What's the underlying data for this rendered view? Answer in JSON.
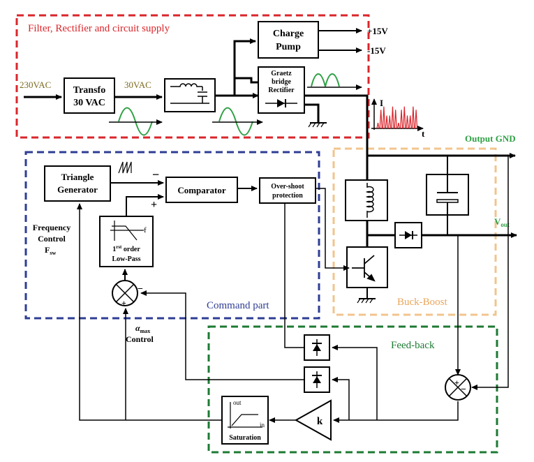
{
  "regions": {
    "filter": "Filter, Rectifier and circuit supply",
    "command": "Command part",
    "buckboost": "Buck-Boost",
    "feedback": "Feed-back"
  },
  "colors": {
    "filter": "#d9262b",
    "command": "#2e3d94",
    "buckboost": "#f2c48d",
    "feedback": "#1d7a33",
    "signal": "#2ea043",
    "rect_wave": "#d8232a",
    "voltage_label": "#7a6b1f"
  },
  "inputs": {
    "vac_in": "230VAC",
    "vac_sec": "30VAC"
  },
  "blocks": {
    "transfo": [
      "Transfo",
      "30 VAC"
    ],
    "charge_pump": [
      "Charge",
      "Pump"
    ],
    "graetz": [
      "Graetz",
      "bridge",
      "Rectifier"
    ],
    "triangle": [
      "Triangle",
      "Generator"
    ],
    "comparator": "Comparator",
    "overshoot": [
      "Over-shoot",
      "protection"
    ],
    "lowpass": {
      "sup": "rst",
      "line1_pre": "1",
      "line1_post": " order",
      "line2": "Low-Pass",
      "axis": "f"
    },
    "saturation": {
      "label": "Saturation",
      "out": "out",
      "in": "in"
    },
    "gain": "k"
  },
  "labels": {
    "plus15": "+15V",
    "minus15": "-15V",
    "output_gnd": "Output GND",
    "vout_main": "V",
    "vout_sub": "out",
    "i_axis": "I",
    "t_axis": "t",
    "freq": [
      "Frequency",
      "Control"
    ],
    "fsw_main": "F",
    "fsw_sub": "sw",
    "alpha_main": "α",
    "alpha_sub": "max",
    "alpha_line2": "Control",
    "minus": "−",
    "plus": "+"
  },
  "icons": [
    "inductor-icon",
    "capacitor-icon",
    "diode-icon",
    "transistor-icon",
    "ground-icon",
    "sine-wave-icon",
    "summing-junction-icon",
    "sawtooth-icon"
  ]
}
